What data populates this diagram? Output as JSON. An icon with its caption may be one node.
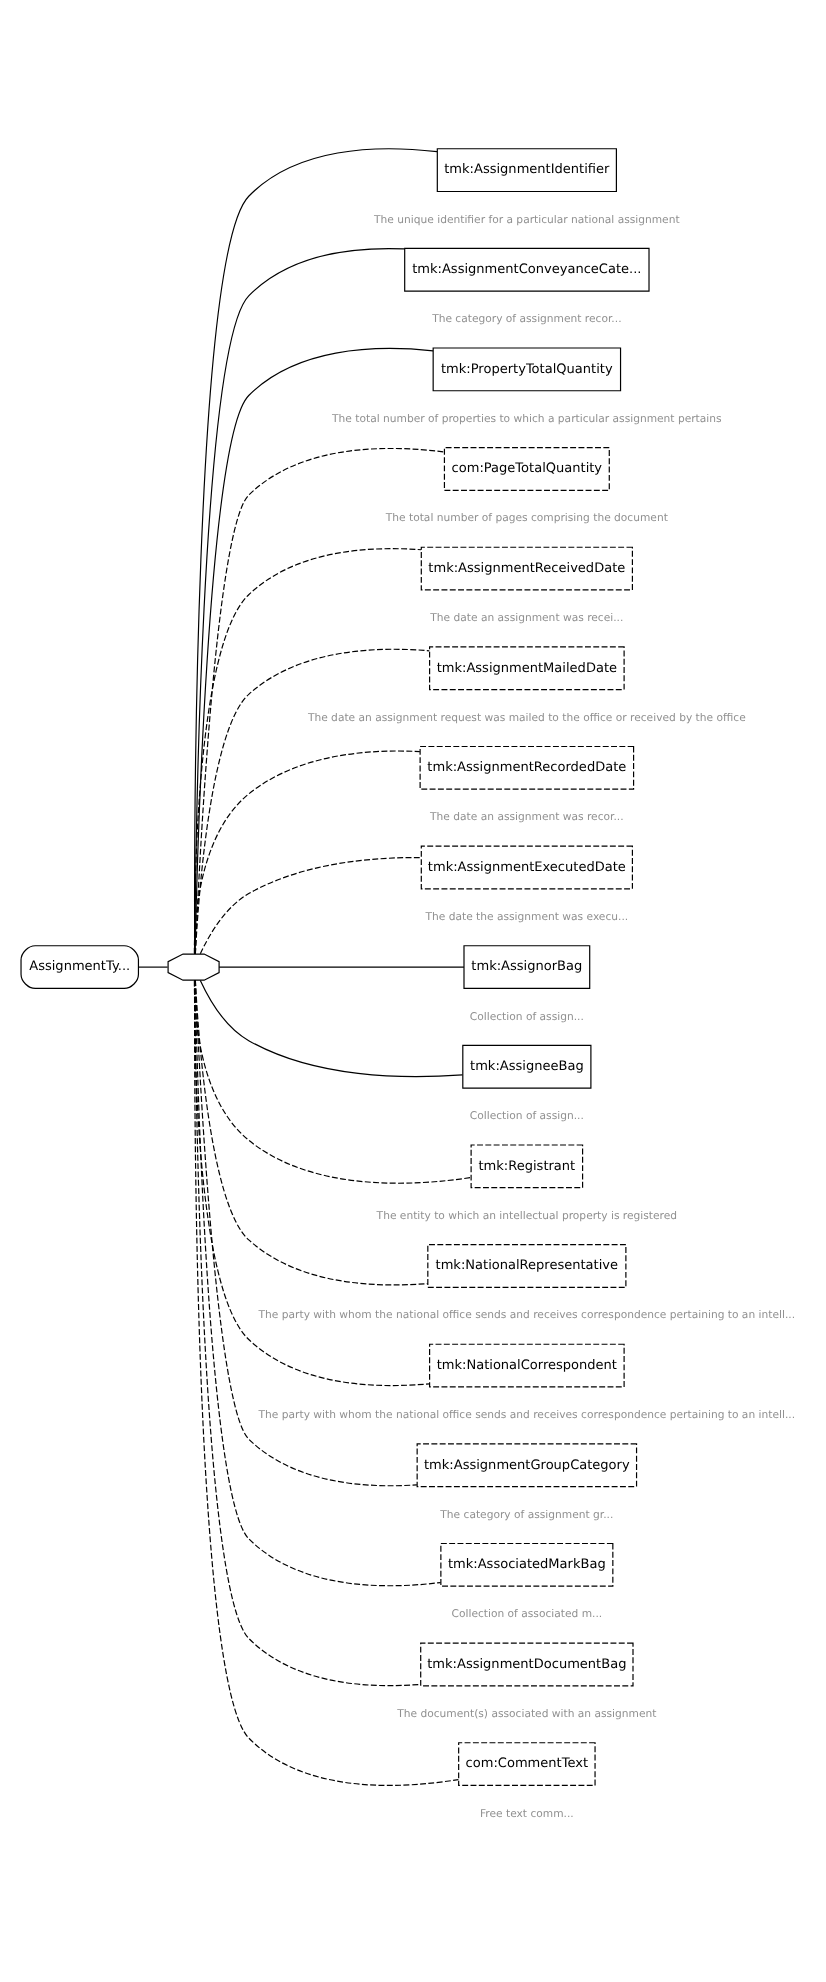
{
  "diagram": {
    "nodes": [
      {
        "text": [
          "AssignmentTy..."
        ]
      },
      {
        "text": [],
        "shape": "octagon"
      },
      {
        "text": [
          "tmk:AssignmentIdentifier"
        ],
        "beside": [
          "The unique identifier for a particular national assignment"
        ]
      },
      {
        "text": [
          "tmk:AssignmentConveyanceCate..."
        ],
        "beside": [
          "The category of assignment recor..."
        ]
      },
      {
        "text": [
          "tmk:PropertyTotalQuantity"
        ],
        "beside": [
          "The total number of properties to which a particular assignment pertains"
        ]
      },
      {
        "text": [
          "com:PageTotalQuantity"
        ],
        "beside": [
          "The total number of pages comprising the document"
        ]
      },
      {
        "text": [
          "tmk:AssignmentReceivedDate"
        ],
        "beside": [
          "The date an assignment was recei..."
        ]
      },
      {
        "text": [
          "tmk:AssignmentMailedDate"
        ],
        "beside": [
          "The date an assignment request was mailed to the office or received by the office"
        ]
      },
      {
        "text": [
          "tmk:AssignmentRecordedDate"
        ],
        "beside": [
          "The date an assignment was recor..."
        ]
      },
      {
        "text": [
          "tmk:AssignmentExecutedDate"
        ],
        "beside": [
          "The date the assignment was execu..."
        ]
      },
      {
        "text": [
          "tmk:AssignorBag"
        ],
        "beside": [
          "Collection of assign..."
        ]
      },
      {
        "text": [
          "tmk:AssigneeBag"
        ],
        "beside": [
          "Collection of assign..."
        ]
      },
      {
        "text": [
          "tmk:Registrant"
        ],
        "beside": [
          "The entity to which an intellectual property is registered"
        ]
      },
      {
        "text": [
          "tmk:NationalRepresentative"
        ],
        "beside": [
          "The party with whom the national office sends and receives correspondence pertaining to an intell..."
        ]
      },
      {
        "text": [
          "tmk:NationalCorrespondent"
        ],
        "beside": [
          "The party with whom the national office sends and receives correspondence pertaining to an intell..."
        ]
      },
      {
        "text": [
          "tmk:AssignmentGroupCategory"
        ],
        "beside": [
          "The category of assignment gr..."
        ]
      },
      {
        "text": [
          "tmk:AssociatedMarkBag"
        ],
        "beside": [
          "Collection of associated m..."
        ]
      },
      {
        "text": [
          "tmk:AssignmentDocumentBag"
        ],
        "beside": [
          "The document(s) associated with an assignment"
        ]
      },
      {
        "text": [
          "com:CommentText"
        ],
        "beside": [
          "Free text comm..."
        ]
      }
    ],
    "edges": [
      {
        "from": 0,
        "to": 1,
        "arrow": "none"
      },
      {
        "from": 1,
        "to": 2,
        "arrow": "none"
      },
      {
        "from": 1,
        "to": 3,
        "arrow": "none"
      },
      {
        "from": 1,
        "to": 4,
        "arrow": "none"
      },
      {
        "from": 1,
        "to": 5,
        "arrow": "none",
        "style": "dashed"
      },
      {
        "from": 1,
        "to": 6,
        "arrow": "none",
        "style": "dashed"
      },
      {
        "from": 1,
        "to": 7,
        "arrow": "none",
        "style": "dashed"
      },
      {
        "from": 1,
        "to": 8,
        "arrow": "none",
        "style": "dashed"
      },
      {
        "from": 1,
        "to": 9,
        "arrow": "none",
        "style": "dashed"
      },
      {
        "from": 1,
        "to": 10,
        "arrow": "none"
      },
      {
        "from": 1,
        "to": 11,
        "arrow": "none"
      },
      {
        "from": 1,
        "to": 12,
        "arrow": "none",
        "style": "dashed"
      },
      {
        "from": 1,
        "to": 13,
        "arrow": "none",
        "style": "dashed"
      },
      {
        "from": 1,
        "to": 14,
        "arrow": "none",
        "style": "dashed"
      },
      {
        "from": 1,
        "to": 15,
        "arrow": "none",
        "style": "dashed"
      },
      {
        "from": 1,
        "to": 16,
        "arrow": "none",
        "style": "dashed"
      },
      {
        "from": 1,
        "to": 17,
        "arrow": "none",
        "style": "dashed"
      },
      {
        "from": 1,
        "to": 18,
        "arrow": "none",
        "style": "dashed"
      }
    ]
  }
}
